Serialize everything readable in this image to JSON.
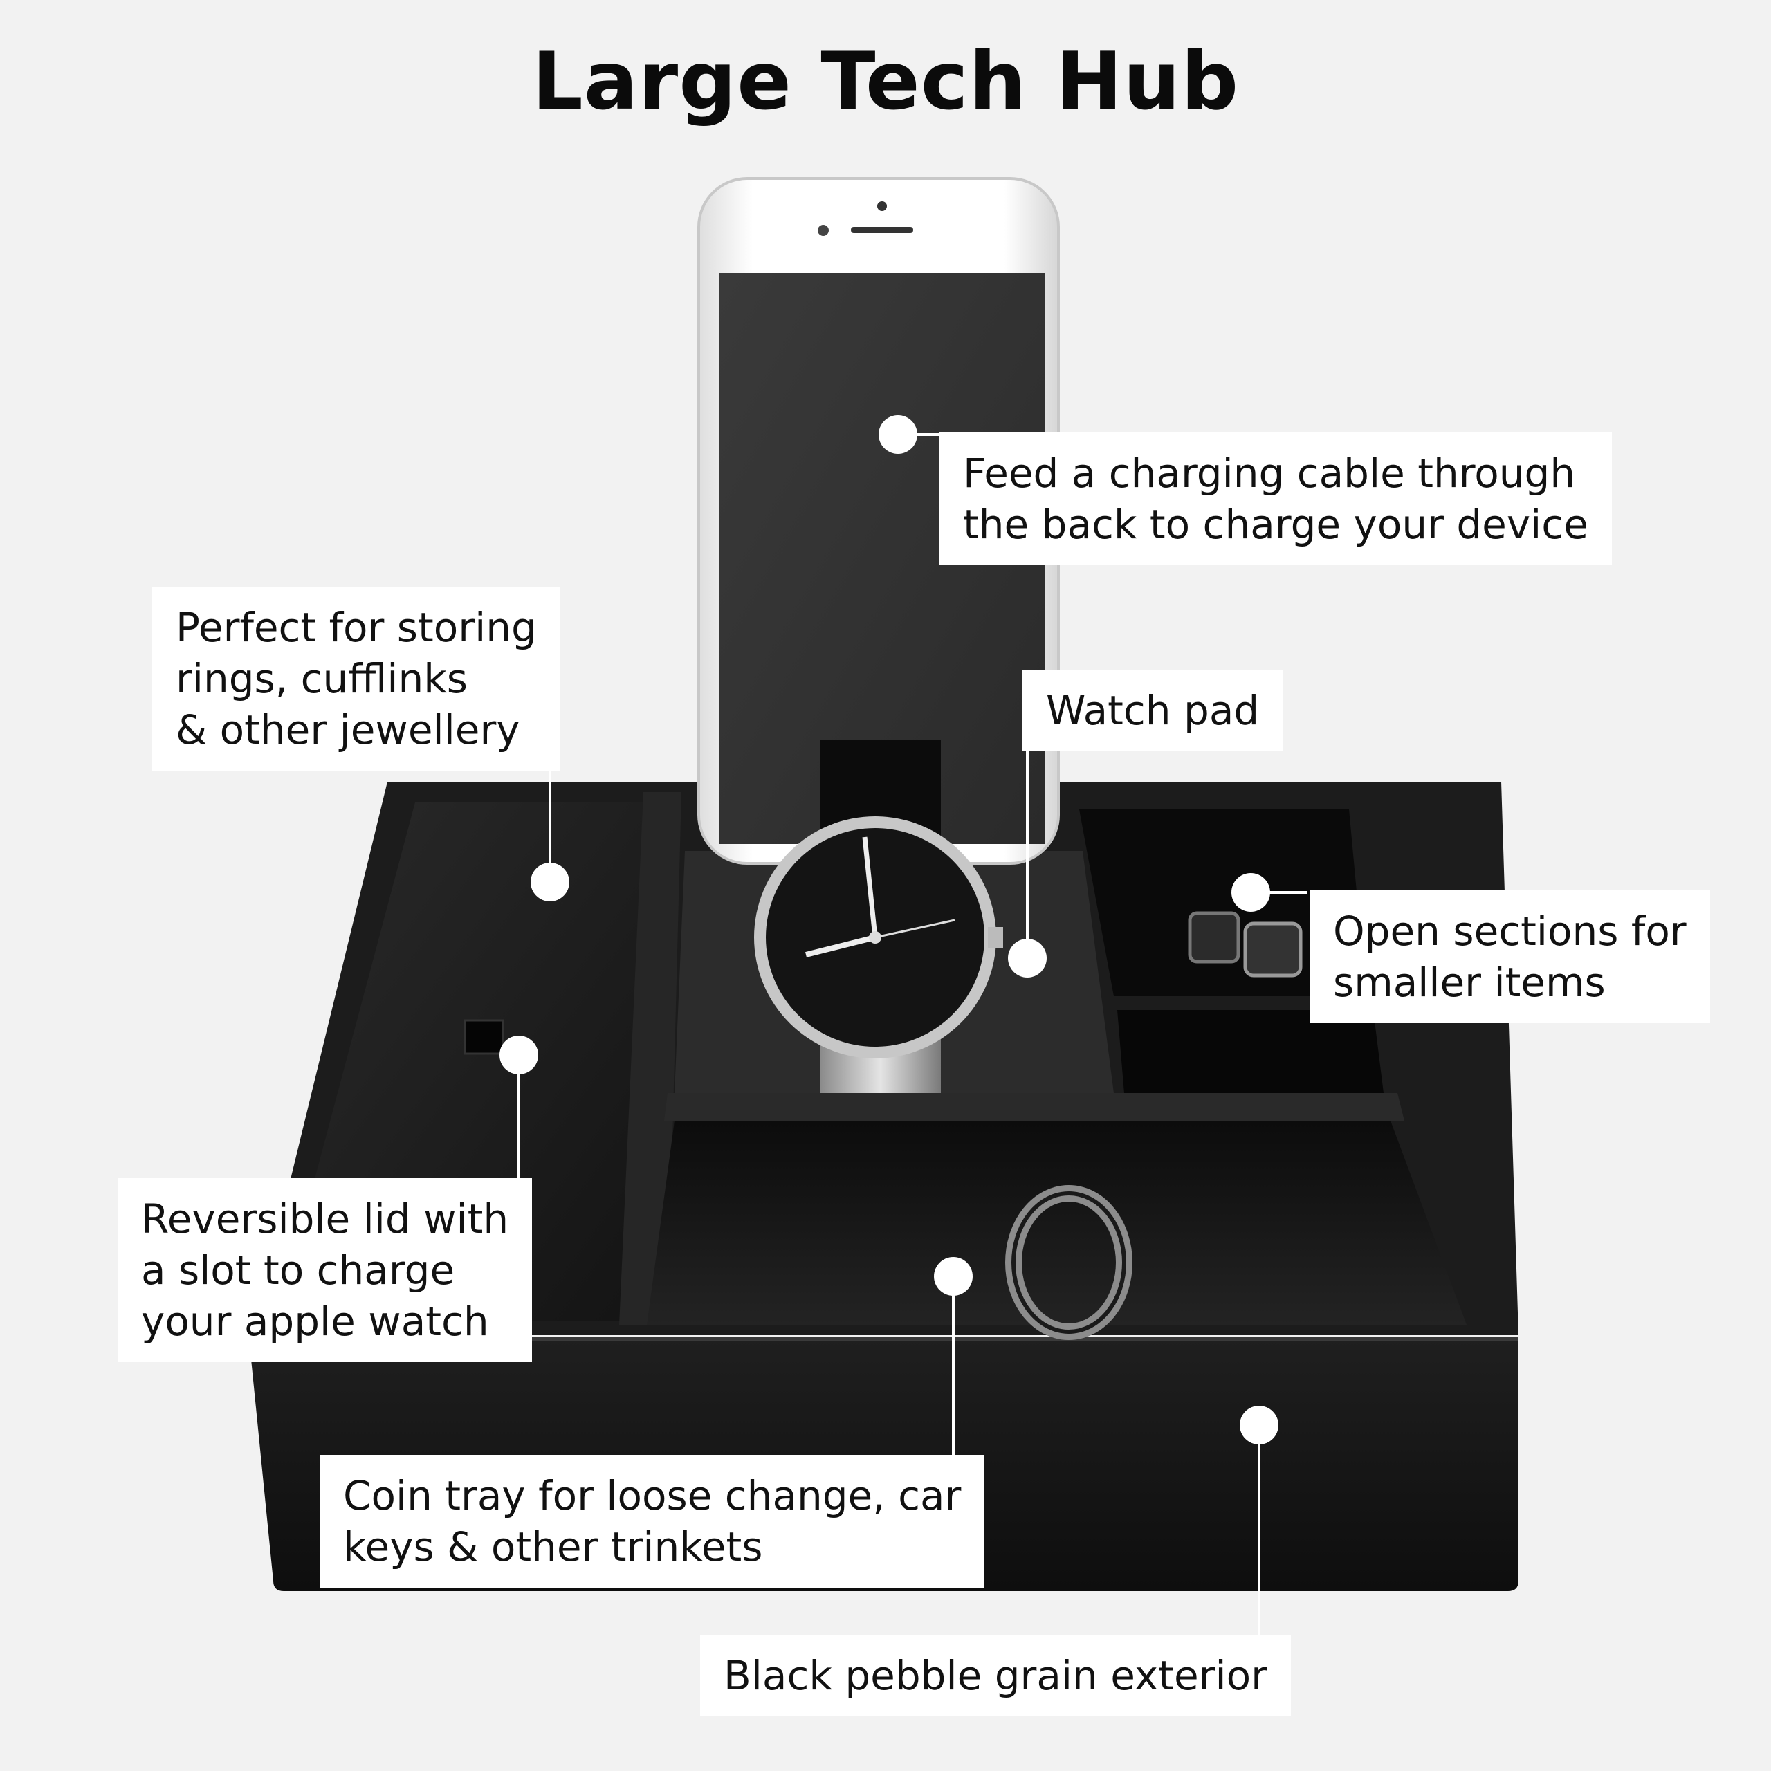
{
  "title": "Large Tech Hub",
  "annotations": [
    {
      "id": "charging-cable",
      "lines": [
        "Feed a charging cable through",
        "the back to charge your device"
      ]
    },
    {
      "id": "jewellery",
      "lines": [
        "Perfect for storing",
        "rings, cufflinks",
        "& other jewellery"
      ]
    },
    {
      "id": "watch-pad",
      "lines": [
        "Watch pad"
      ]
    },
    {
      "id": "open-sections",
      "lines": [
        "Open sections for",
        "smaller items"
      ]
    },
    {
      "id": "reversible-lid",
      "lines": [
        "Reversible lid with",
        "a slot to charge",
        "your apple watch"
      ]
    },
    {
      "id": "coin-tray",
      "lines": [
        "Coin tray for loose change, car",
        "keys & other trinkets"
      ]
    },
    {
      "id": "exterior",
      "lines": [
        "Black pebble grain exterior"
      ]
    }
  ],
  "colors": {
    "background": "#f2f2f2",
    "box": "#161616",
    "marker": "#ffffff"
  }
}
